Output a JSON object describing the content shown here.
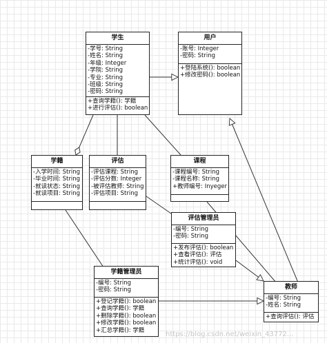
{
  "classes": {
    "student": {
      "title": "学生",
      "attrs": [
        "-学号: String",
        "-姓名: String",
        "-年级: Integer",
        "-学院: String",
        "-专业: String",
        "-班级: String",
        "-密码: String"
      ],
      "ops": [
        "+查询学籍(): 学籍",
        "+进行评估(): boolean"
      ]
    },
    "user": {
      "title": "用户",
      "attrs": [
        "-账号: Integer",
        "-密码: String"
      ],
      "ops": [
        "+登陆系统(): boolean",
        "+修改密码(): boolean"
      ]
    },
    "status": {
      "title": "学籍",
      "attrs": [
        "-入学时间: String",
        "-毕业时间: String",
        "-就读状态: String",
        "-就读项目: String"
      ],
      "ops": []
    },
    "evaluation": {
      "title": "评估",
      "attrs": [
        "-评估课程: String",
        "-评估分数: Integer",
        "-被评估教师: String",
        "-评估项目: String"
      ],
      "ops": []
    },
    "course": {
      "title": "课程",
      "attrs": [
        "-课程编号: String",
        "-课程名称: String",
        "+教师编号: Inyeger"
      ],
      "ops": []
    },
    "eval_admin": {
      "title": "评估管理员",
      "attrs": [
        "-编号: String",
        "-密码: String"
      ],
      "ops": [
        "+发布评估(): boolean",
        "+查看评估(): 评估",
        "+统计评估(): void"
      ]
    },
    "status_admin": {
      "title": "学籍管理员",
      "attrs": [
        "-编号: String",
        "-密码: String"
      ],
      "ops": [
        "+登记学籍(): boolean",
        "+查询学籍(): 学籍",
        "+删除学籍(): boolean",
        "+修改学籍(): boolean",
        "+汇总学籍(): 学籍"
      ]
    },
    "teacher": {
      "title": "教师",
      "attrs": [
        "-编号: String",
        "-姓名: String"
      ],
      "ops": [
        "+查询评估(): 评估"
      ]
    }
  },
  "watermark": "https://blog.csdn.net/weixin_43772..."
}
